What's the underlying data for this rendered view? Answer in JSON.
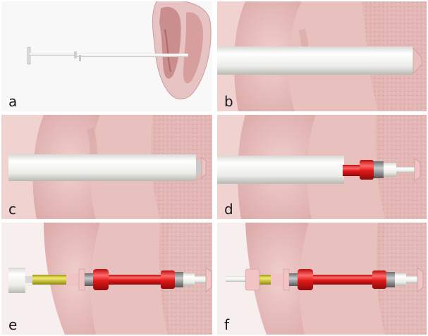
{
  "panels": [
    {
      "label": "a"
    },
    {
      "label": "b"
    },
    {
      "label": "c"
    },
    {
      "label": "d"
    },
    {
      "label": "e"
    },
    {
      "label": "f"
    }
  ],
  "colors": {
    "tissue": "#e6bcbc",
    "tissue_dark": "#d9a6a6",
    "tissue_light": "#f1d4d2",
    "catheter": "#f3f3f1",
    "device_red": "#e01a1a",
    "device_yellow": "#d8cf2a",
    "seal_pink": "#f1c3c3",
    "background_a": "#f7f7f7"
  }
}
